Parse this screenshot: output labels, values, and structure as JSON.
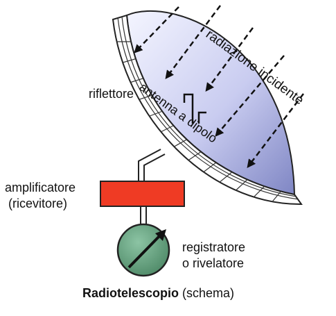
{
  "labels": {
    "reflector": "riflettore",
    "incident_radiation": "radiazione incidente",
    "dipole_antenna": "antenna a dipolo",
    "amplifier_line1": "amplificatore",
    "amplifier_line2": "(ricevitore)",
    "recorder_line1": "registratore",
    "recorder_line2": "o rivelatore"
  },
  "caption": {
    "bold": "Radiotelescopio",
    "normal": " (schema)"
  },
  "colors": {
    "dish_light": "#eef0ff",
    "dish_dark": "#8890cc",
    "amplifier": "#ef3b24",
    "meter": "#5f9a7a",
    "ink": "#111111"
  }
}
